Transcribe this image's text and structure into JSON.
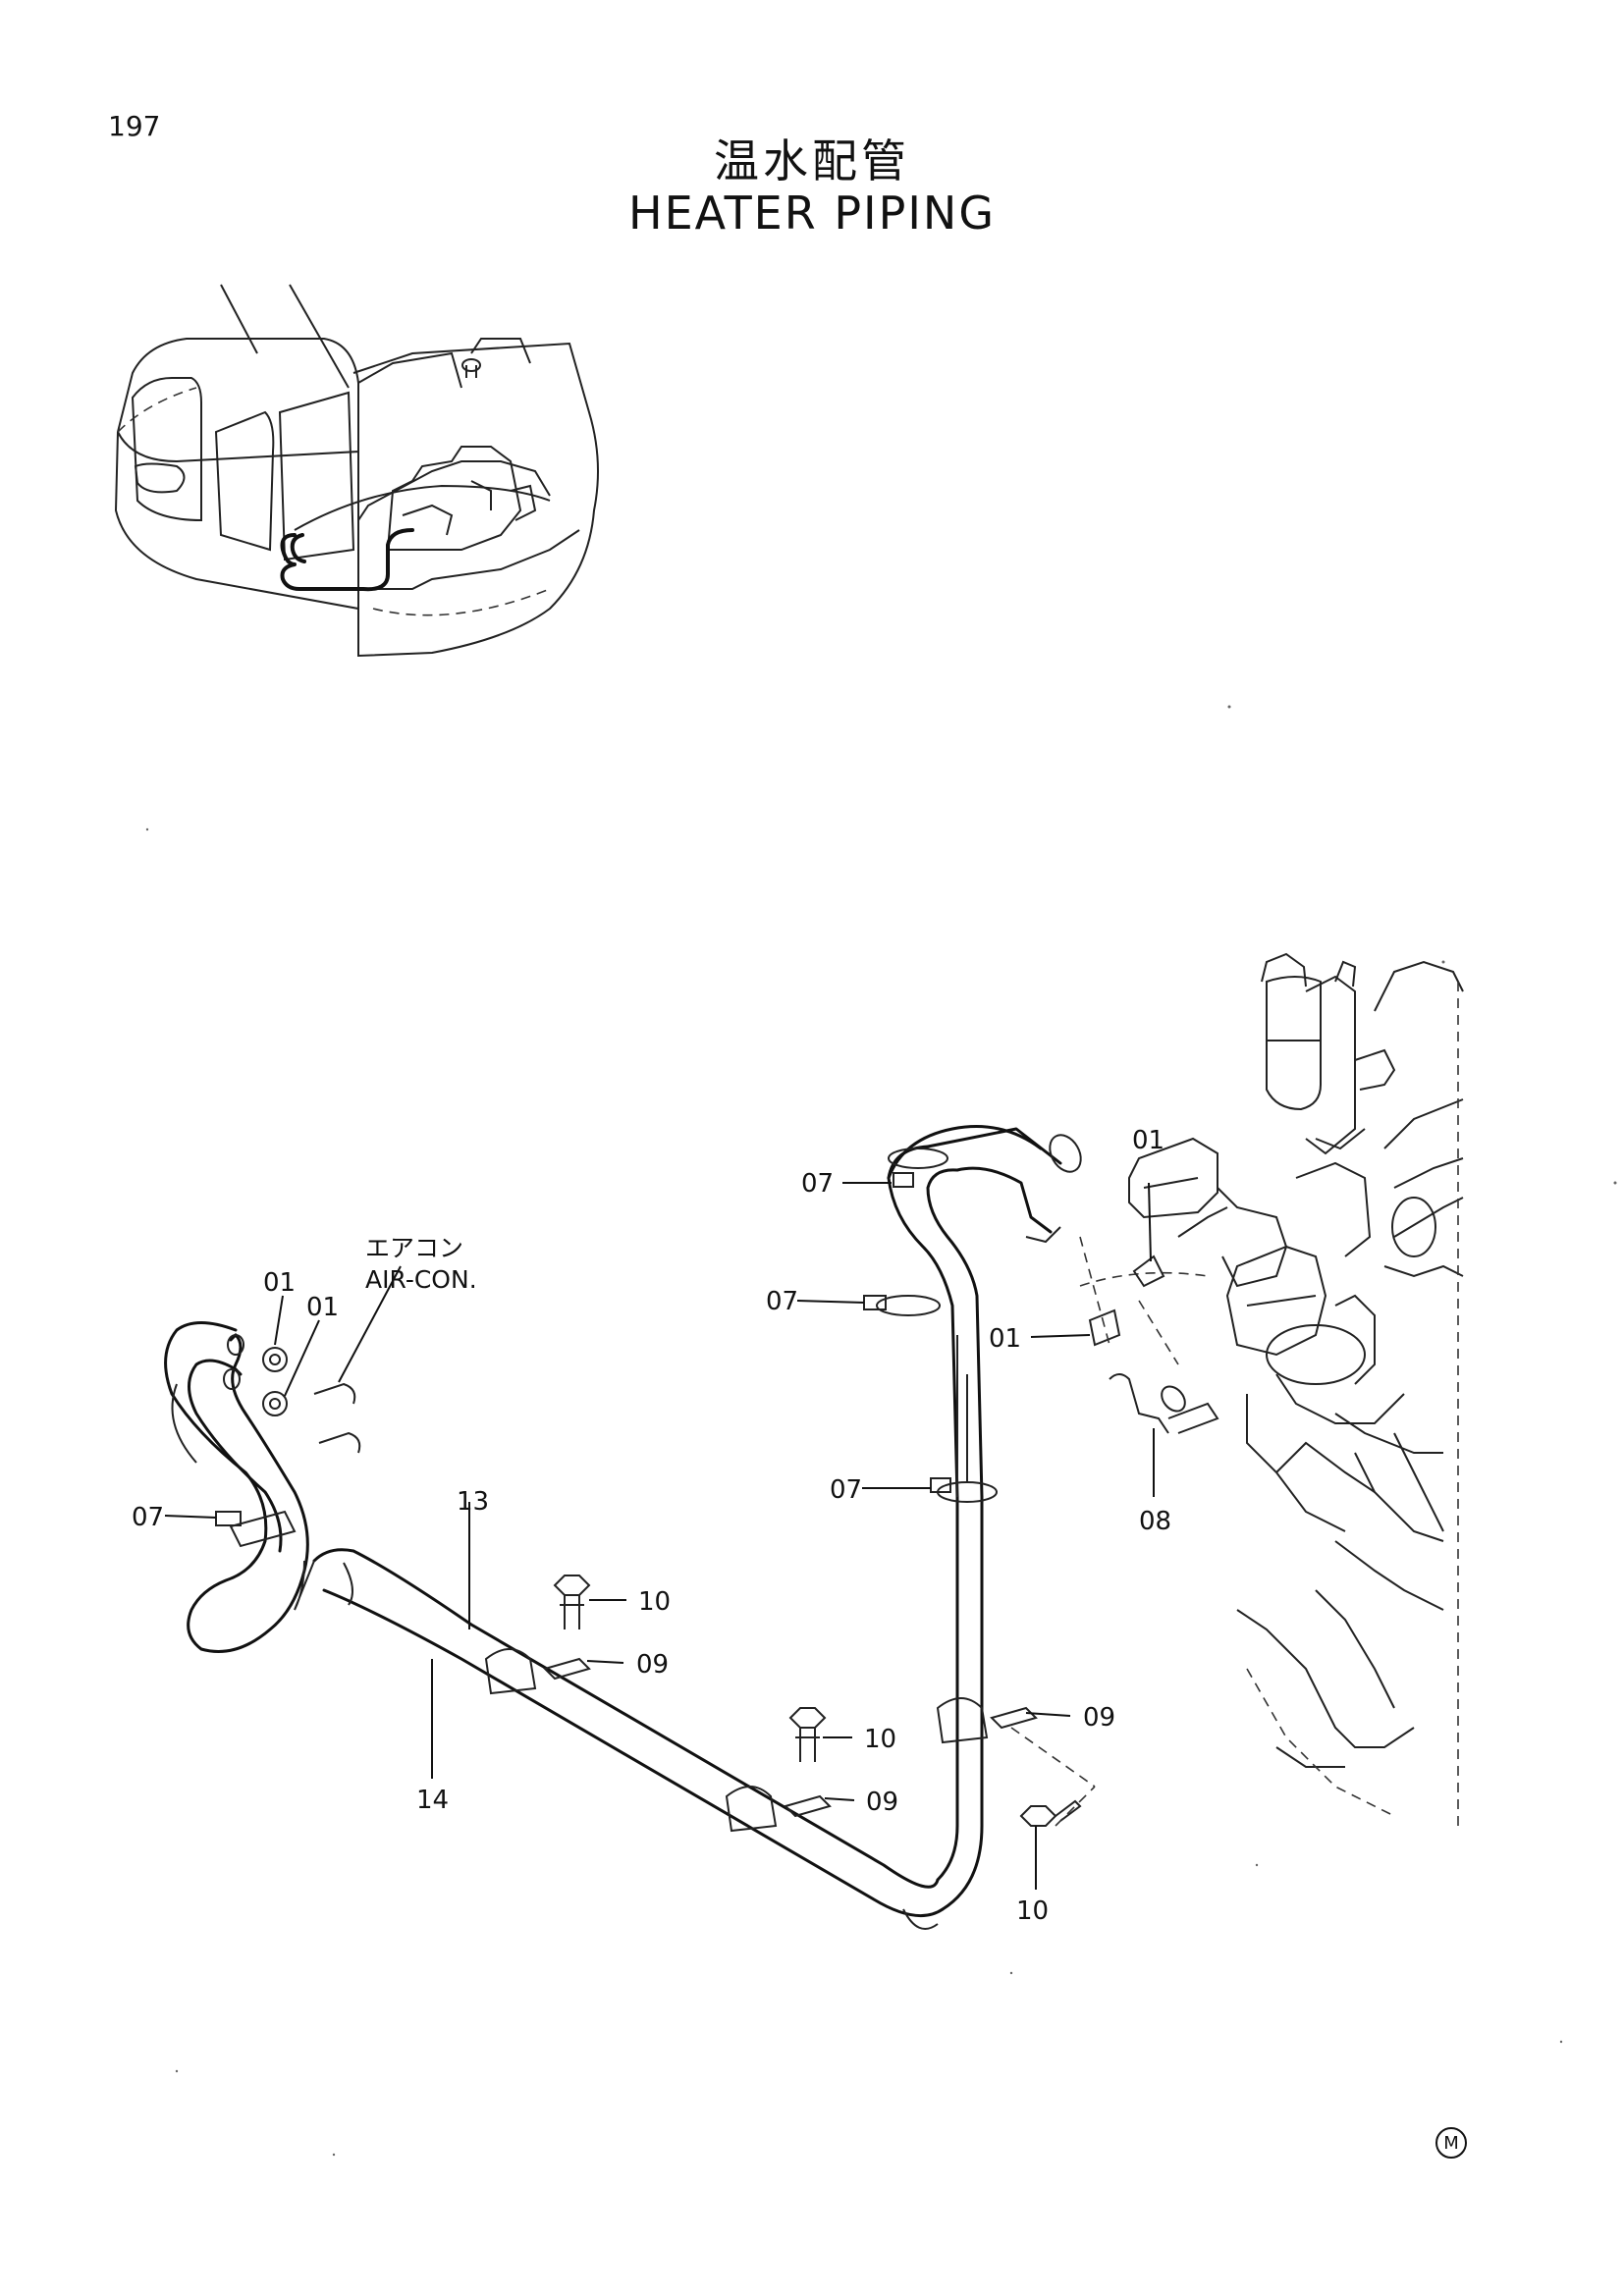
{
  "page_number": "197",
  "title_jp": "温水配管",
  "title_en": "HEATER PIPING",
  "note_jp": "エアコン",
  "note_en": "AIR-CON.",
  "callouts": {
    "c01_a": "01",
    "c01_b": "01",
    "c01_c": "01",
    "c01_d": "01",
    "c07_a": "07",
    "c07_b": "07",
    "c07_c": "07",
    "c07_d": "07",
    "c08": "08",
    "c09_a": "09",
    "c09_b": "09",
    "c09_c": "09",
    "c10_a": "10",
    "c10_b": "10",
    "c10_c": "10",
    "c13": "13",
    "c14": "14"
  },
  "corner_mark": "M"
}
